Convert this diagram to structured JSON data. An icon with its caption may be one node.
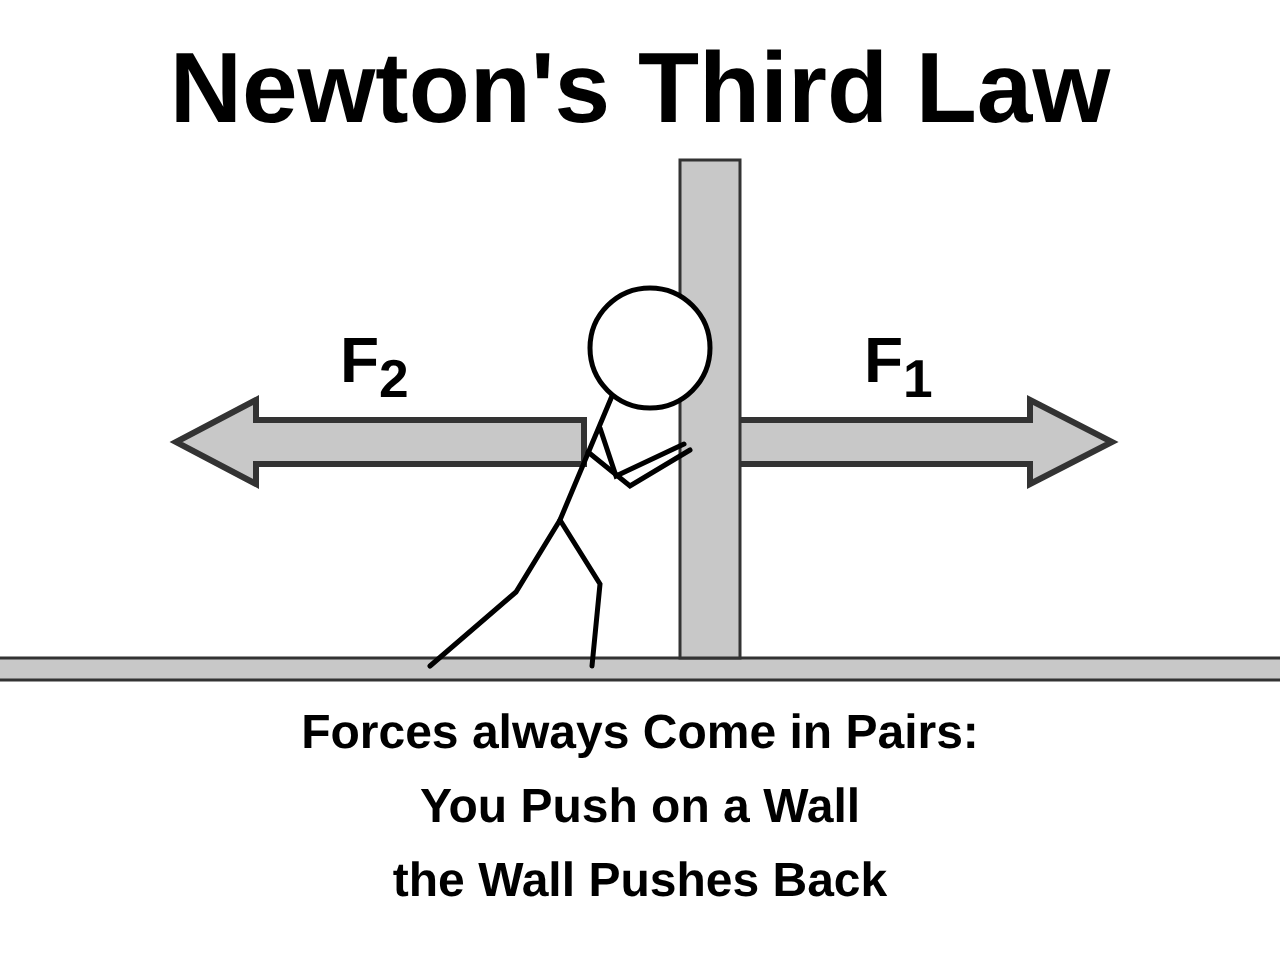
{
  "diagram": {
    "title": "Newton's Third Law",
    "caption": "Forces always Come in Pairs: You Push on a Wall the Wall Pushes Back",
    "labels": [
      "F$_{2}$",
      "F$_{1}$"
    ]
  }
}
